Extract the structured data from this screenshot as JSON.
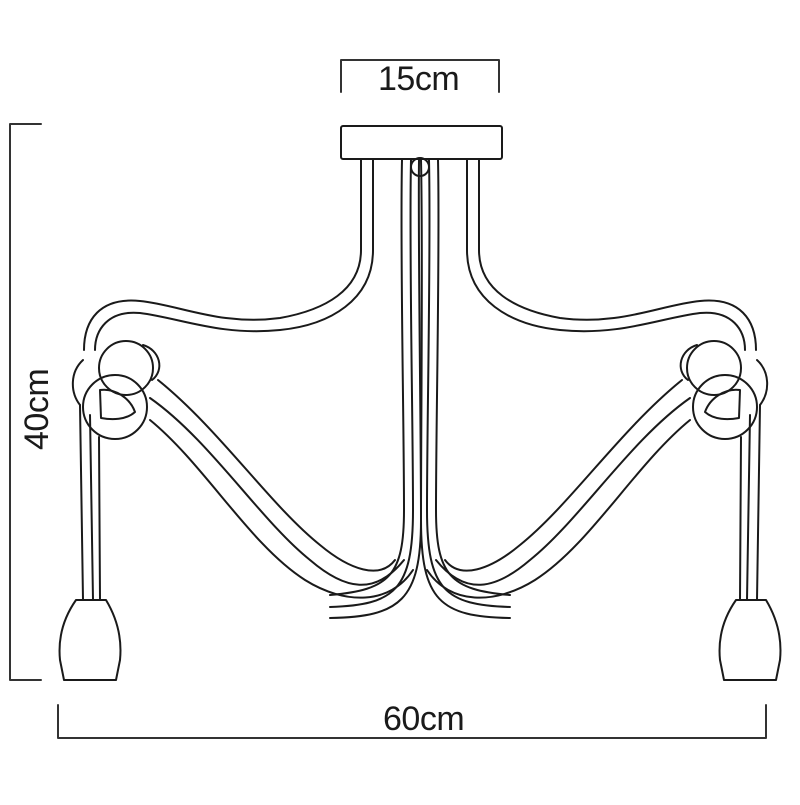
{
  "diagram": {
    "subject": "chandelier dimension drawing",
    "stroke_color": "#1a1a1a",
    "background": "#ffffff",
    "dimensions": {
      "top_width": {
        "label": "15cm",
        "value": 15,
        "unit": "cm",
        "measures": "ceiling canopy width"
      },
      "height": {
        "label": "40cm",
        "value": 40,
        "unit": "cm",
        "measures": "overall height"
      },
      "width": {
        "label": "60cm",
        "value": 60,
        "unit": "cm",
        "measures": "overall width"
      }
    },
    "parts": {
      "canopy": "ceiling-canopy",
      "arms": [
        "left-arm",
        "right-arm",
        "center-arm"
      ],
      "shades": [
        "left-shade",
        "right-shade"
      ]
    }
  }
}
